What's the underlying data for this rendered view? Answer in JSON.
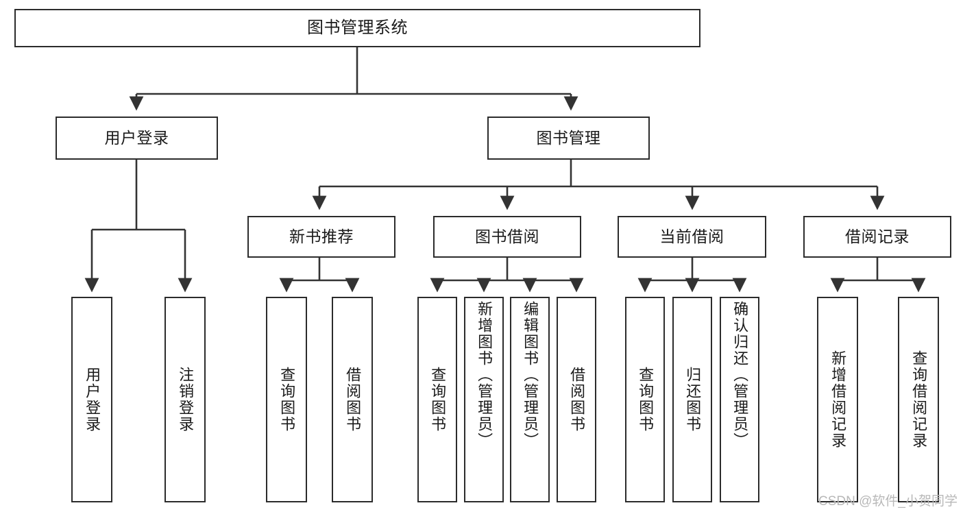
{
  "diagram": {
    "type": "tree",
    "title": "图书管理系统",
    "watermark": "CSDN @软件_小贺同学",
    "colors": {
      "box_border": "#2b2b2b",
      "box_fill": "#ffffff",
      "connector": "#333333",
      "text": "#1a1a1a",
      "watermark": "#b8b8b8",
      "background": "#ffffff"
    },
    "nodes": {
      "root": {
        "label": "图书管理系统"
      },
      "level2": [
        {
          "label": "用户登录"
        },
        {
          "label": "图书管理"
        }
      ],
      "level3": [
        {
          "label": "新书推荐"
        },
        {
          "label": "图书借阅"
        },
        {
          "label": "当前借阅"
        },
        {
          "label": "借阅记录"
        }
      ],
      "leaves": {
        "user_login": [
          {
            "label": "用户登录"
          },
          {
            "label": "注销登录"
          }
        ],
        "new_book_recommend": [
          {
            "label": "查询图书"
          },
          {
            "label": "借阅图书"
          }
        ],
        "book_borrow": [
          {
            "label": "查询图书"
          },
          {
            "label": "新增图书（管理员）"
          },
          {
            "label": "编辑图书（管理员）"
          },
          {
            "label": "借阅图书"
          }
        ],
        "current_borrow": [
          {
            "label": "查询图书"
          },
          {
            "label": "归还图书"
          },
          {
            "label": "确认归还（管理员）"
          }
        ],
        "borrow_record": [
          {
            "label": "新增借阅记录"
          },
          {
            "label": "查询借阅记录"
          }
        ]
      }
    }
  }
}
